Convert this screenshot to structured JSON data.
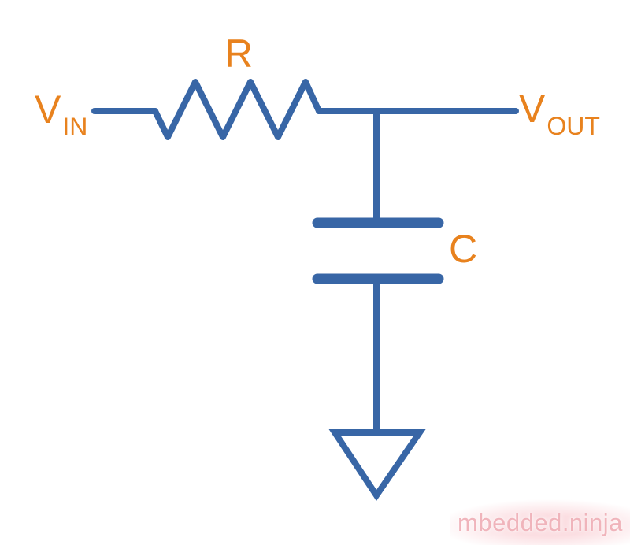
{
  "diagram": {
    "labels": {
      "vin_main": "V",
      "vin_sub": "IN",
      "vout_main": "V",
      "vout_sub": "OUT",
      "resistor": "R",
      "capacitor": "C"
    },
    "watermark": "mbedded.ninja",
    "colors": {
      "wire_blue": "#3866A6",
      "label_orange": "#E8821E",
      "watermark_text": "#F0B4BB",
      "watermark_glow": "#FBDCE0",
      "background": "#FFFFFF"
    }
  }
}
